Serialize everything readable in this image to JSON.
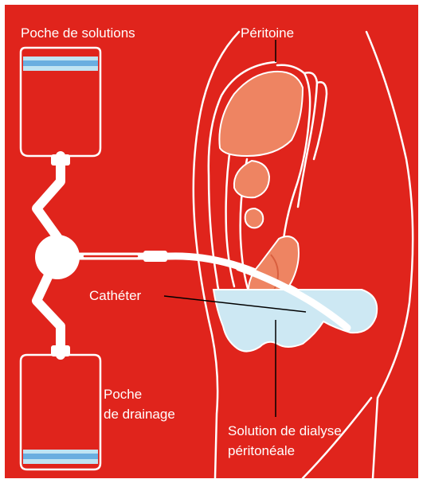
{
  "labels": {
    "solution_bag": "Poche de solutions",
    "peritoneum": "Péritoine",
    "catheter": "Cathéter",
    "drain_bag_line1": "Poche",
    "drain_bag_line2": "de drainage",
    "dialysis_solution_line1": "Solution de dialyse",
    "dialysis_solution_line2": "péritonéale"
  },
  "colors": {
    "background": "#e0241c",
    "line": "#ffffff",
    "fluid": "#cde8f3",
    "bag_stripe_light": "#bfe3f2",
    "bag_stripe_dark": "#6aaee0",
    "organ": "#ee8462",
    "organ_dark": "#d85f3f"
  }
}
